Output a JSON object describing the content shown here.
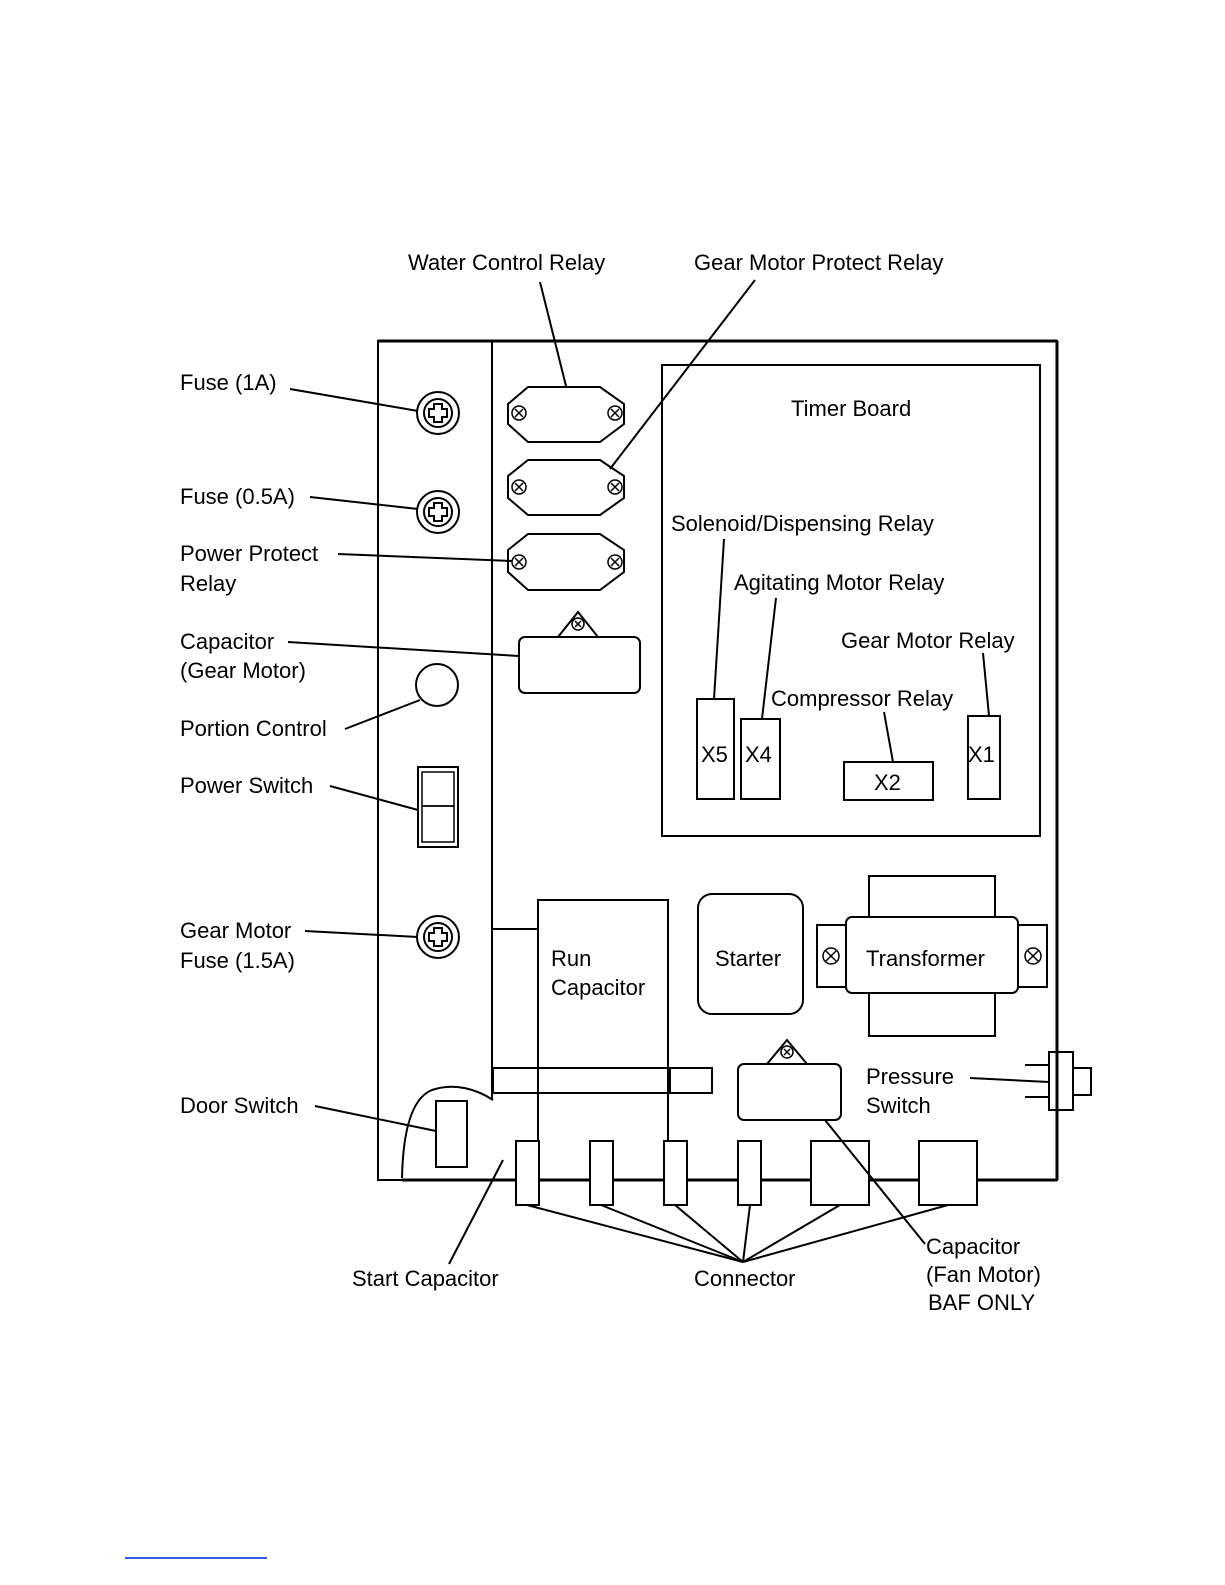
{
  "colors": {
    "ink": "#000000",
    "background": "#ffffff",
    "footer_rule": "#3a5bd9"
  },
  "icons": {
    "fuse": "circled-plus-icon",
    "screw": "circled-x-icon",
    "knob": "circle-icon",
    "switch": "rocker-switch-icon"
  },
  "labels": {
    "water_control_relay": "Water Control Relay",
    "gear_motor_protect_relay": "Gear Motor Protect Relay",
    "fuse_1a": "Fuse (1A)",
    "fuse_05a": "Fuse (0.5A)",
    "power_protect_relay_1": "Power Protect",
    "power_protect_relay_2": "Relay",
    "capacitor_gear_motor_1": "Capacitor",
    "capacitor_gear_motor_2": "(Gear Motor)",
    "portion_control": "Portion Control",
    "power_switch": "Power Switch",
    "gear_motor_fuse_1": "Gear Motor",
    "gear_motor_fuse_2": "Fuse (1.5A)",
    "door_switch": "Door Switch",
    "start_capacitor": "Start Capacitor",
    "connector": "Connector",
    "capacitor_fan_motor_1": "Capacitor",
    "capacitor_fan_motor_2": "(Fan Motor)",
    "capacitor_fan_motor_3": "BAF ONLY",
    "pressure_switch_1": "Pressure",
    "pressure_switch_2": "Switch",
    "timer_board": "Timer Board",
    "solenoid_dispensing_relay": "Solenoid/Dispensing Relay",
    "agitating_motor_relay": "Agitating Motor Relay",
    "gear_motor_relay": "Gear Motor Relay",
    "compressor_relay": "Compressor Relay",
    "x5": "X5",
    "x4": "X4",
    "x1": "X1",
    "x2": "X2",
    "run_capacitor_1": "Run",
    "run_capacitor_2": "Capacitor",
    "starter": "Starter",
    "transformer": "Transformer"
  }
}
